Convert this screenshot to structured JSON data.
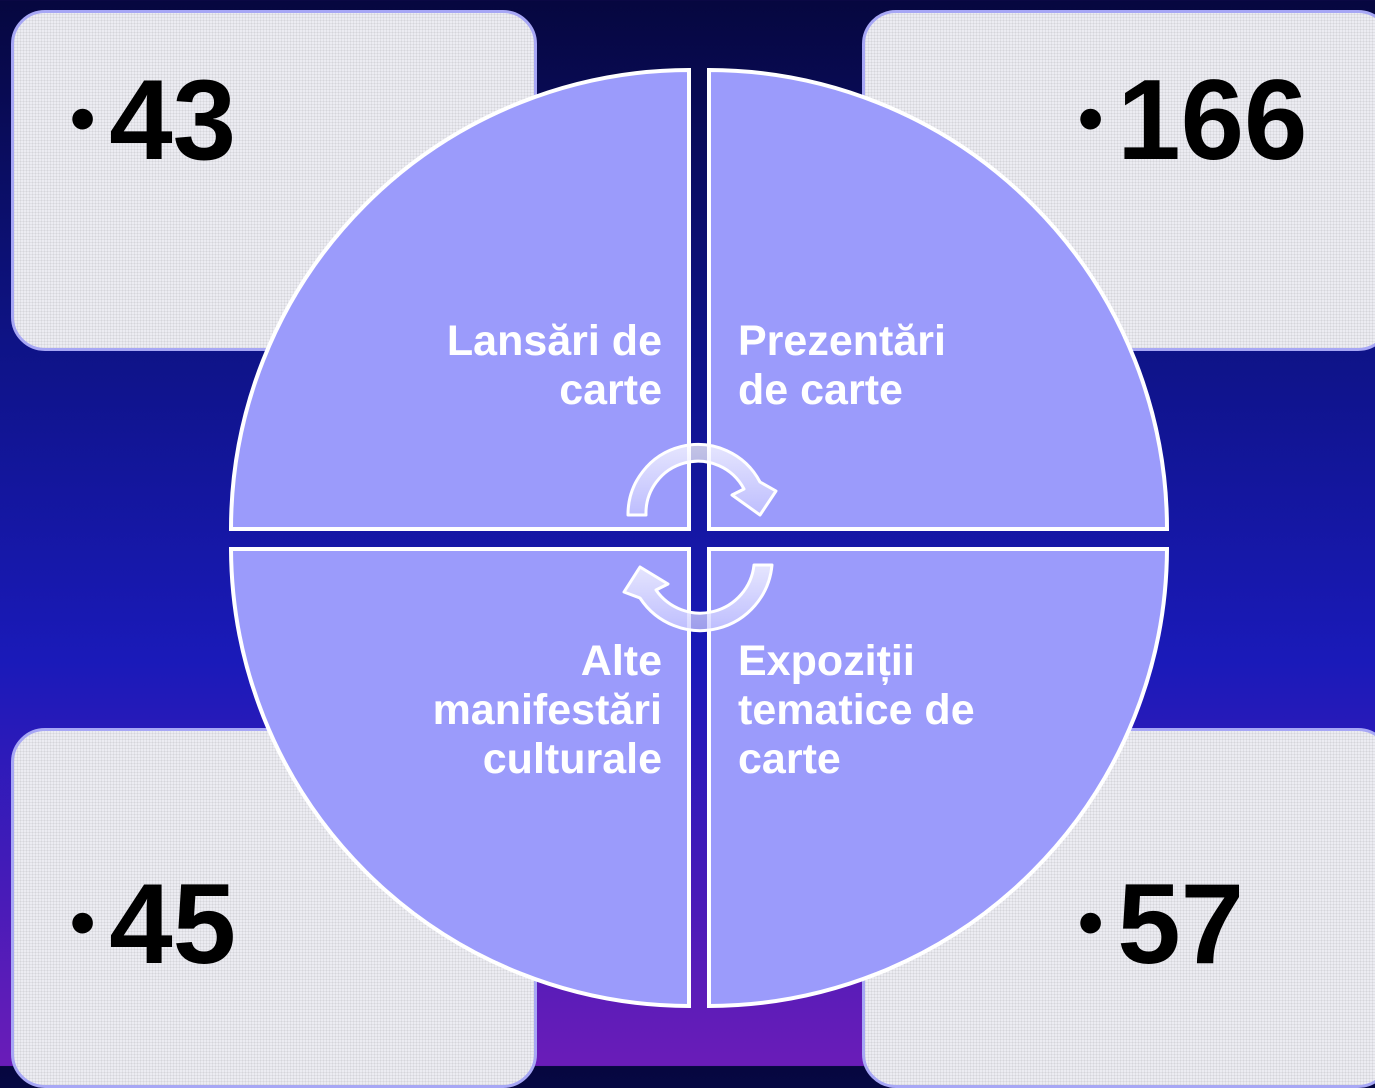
{
  "cards": {
    "top_left": {
      "bullet": "•",
      "value": "43"
    },
    "top_right": {
      "bullet": "•",
      "value": "166"
    },
    "bottom_left": {
      "bullet": "•",
      "value": "45"
    },
    "bottom_right": {
      "bullet": "•",
      "value": "57"
    }
  },
  "quadrants": {
    "top_left": {
      "line1": "Lansări de",
      "line2": "carte"
    },
    "top_right": {
      "line1": "Prezentări",
      "line2": "de carte"
    },
    "bottom_left": {
      "line1": "Alte",
      "line2": "manifestări",
      "line3": "culturale"
    },
    "bottom_right": {
      "line1": "Expoziții",
      "line2": "tematice de",
      "line3": "carte"
    }
  },
  "colors": {
    "quadrant_fill": "#9b9bfb",
    "quadrant_stroke": "#ffffff",
    "card_fill": "#ececf2",
    "card_border": "#a7a7f5"
  },
  "icons": [
    "cycle-arrow-icon",
    "cycle-arrow-icon"
  ]
}
